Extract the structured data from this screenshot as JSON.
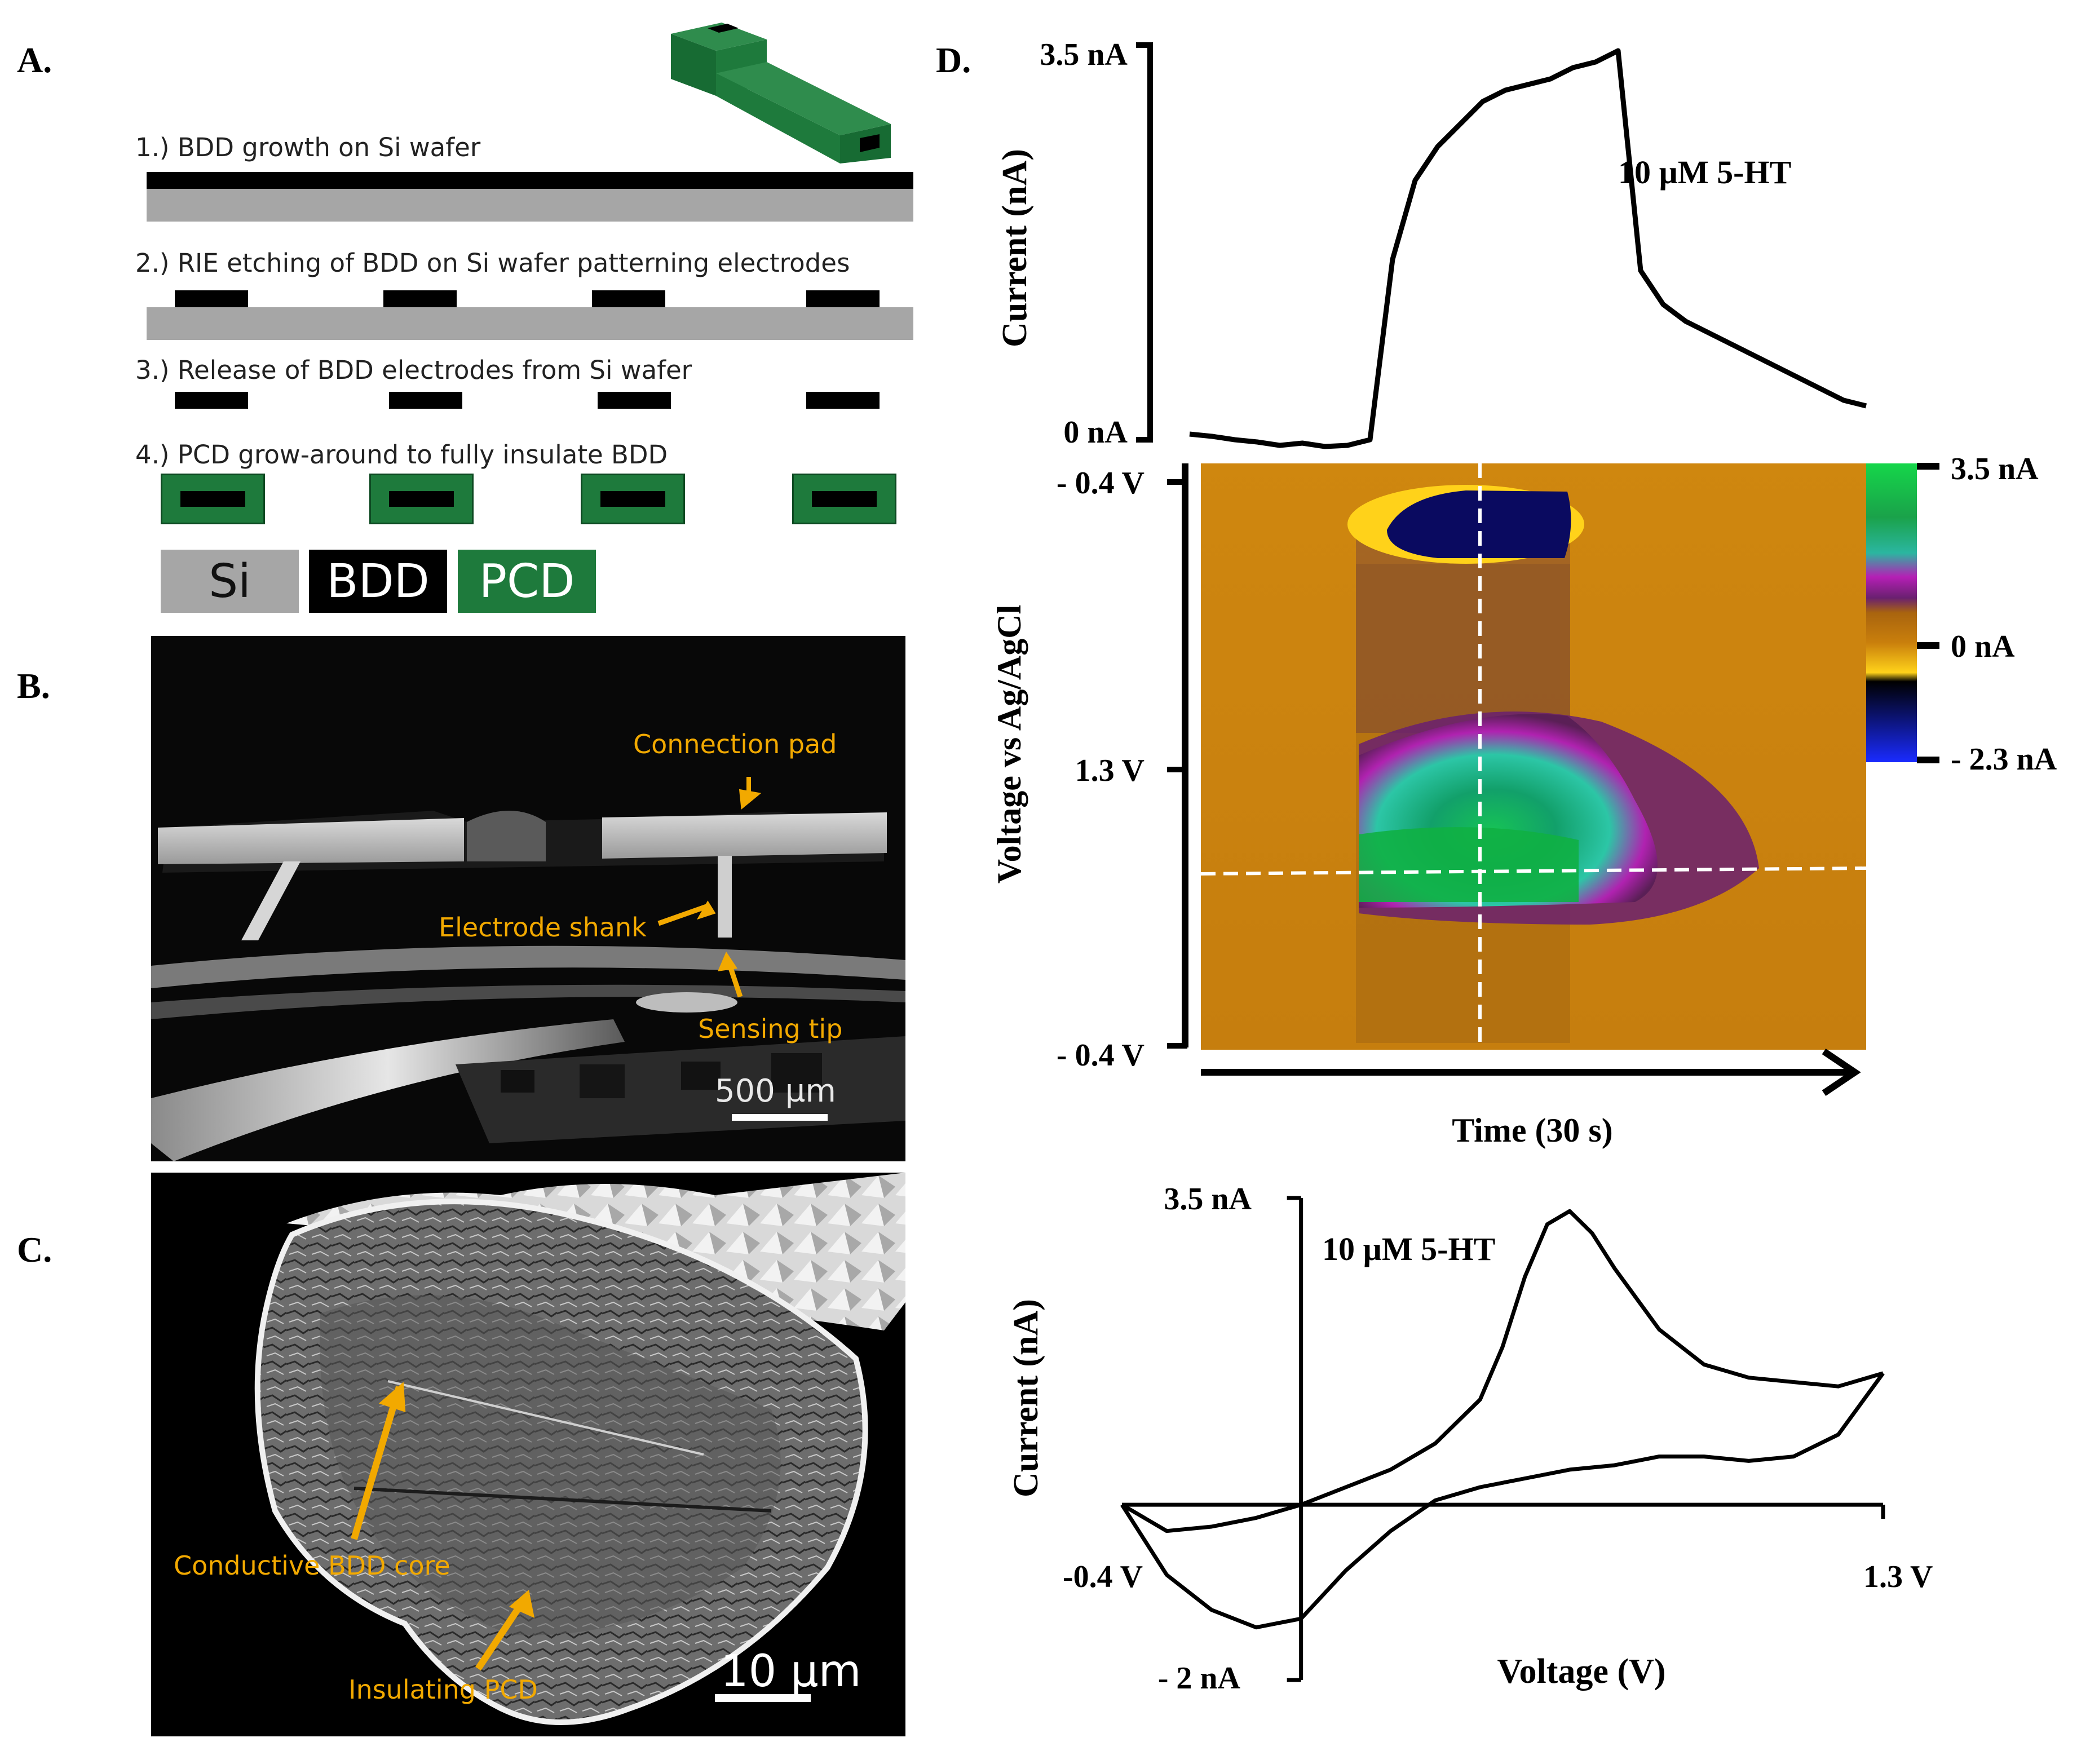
{
  "panels": {
    "a": {
      "letter": "A.",
      "steps": [
        "1.) BDD growth on Si wafer",
        "2.) RIE etching of BDD on Si wafer patterning electrodes",
        "3.) Release of BDD electrodes from Si wafer",
        "4.) PCD grow-around to fully insulate BDD"
      ],
      "legend": [
        {
          "label": "Si",
          "color": "#a6a6a6",
          "text_color": "#111111"
        },
        {
          "label": "BDD",
          "color": "#000000",
          "text_color": "#ffffff"
        },
        {
          "label": "PCD",
          "color": "#1e7a3c",
          "text_color": "#ffffff"
        }
      ]
    },
    "b": {
      "letter": "B.",
      "callouts": [
        "Connection pad",
        "Electrode shank",
        "Sensing tip"
      ],
      "scale_bar": "500 µm"
    },
    "c": {
      "letter": "C.",
      "callouts": [
        "Conductive BDD core",
        "Insulating PCD"
      ],
      "scale_bar": "10 µm"
    },
    "d": {
      "letter": "D.",
      "top_trace": {
        "ylabel": "Current (nA)",
        "y_top": "3.5 nA",
        "y_bottom": "0 nA",
        "annotation": "10 µM 5-HT"
      },
      "color_plot": {
        "ylabel": "Voltage vs Ag/AgCl",
        "y_ticks": [
          "- 0.4 V",
          "1.3 V",
          "- 0.4 V"
        ],
        "xlabel": "Time (30 s)",
        "colorbar_ticks": [
          "3.5 nA",
          "0 nA",
          "- 2.3 nA"
        ]
      },
      "cv": {
        "ylabel": "Current (nA)",
        "xlabel": "Voltage (V)",
        "y_top": "3.5 nA",
        "y_bottom": "- 2 nA",
        "x_left": "-0.4 V",
        "x_right": "1.3 V",
        "annotation": "10 µM 5-HT"
      }
    }
  },
  "chart_data": [
    {
      "type": "line",
      "title": "",
      "xlabel": "",
      "ylabel": "Current (nA)",
      "ylim": [
        0,
        3.5
      ],
      "x": [
        0,
        1,
        2,
        3,
        4,
        5,
        6,
        7,
        8,
        9,
        10,
        11,
        12,
        13,
        14,
        15,
        16,
        17,
        18,
        19,
        20,
        21,
        22,
        23,
        24,
        25,
        26,
        27,
        28,
        29,
        30
      ],
      "series": [
        {
          "name": "10 µM 5-HT",
          "values": [
            0.05,
            0.03,
            0.0,
            -0.02,
            -0.05,
            -0.03,
            -0.06,
            -0.05,
            0.0,
            1.6,
            2.3,
            2.6,
            2.8,
            3.0,
            3.1,
            3.15,
            3.2,
            3.3,
            3.35,
            3.45,
            1.5,
            1.2,
            1.05,
            0.95,
            0.85,
            0.75,
            0.65,
            0.55,
            0.45,
            0.35,
            0.3
          ]
        }
      ]
    },
    {
      "type": "heatmap",
      "xlabel": "Time (30 s)",
      "ylabel": "Voltage vs Ag/AgCl",
      "colorbar_range": [
        -2.3,
        3.5
      ],
      "colorbar_ticks": [
        "3.5 nA",
        "0 nA",
        "- 2.3 nA"
      ]
    },
    {
      "type": "line",
      "xlabel": "Voltage (V)",
      "ylabel": "Current (nA)",
      "xlim": [
        -0.4,
        1.3
      ],
      "ylim": [
        -2,
        3.5
      ],
      "series": [
        {
          "name": "forward",
          "x": [
            -0.4,
            -0.3,
            -0.2,
            -0.1,
            0.0,
            0.1,
            0.2,
            0.3,
            0.4,
            0.45,
            0.5,
            0.55,
            0.6,
            0.65,
            0.7,
            0.8,
            0.9,
            1.0,
            1.1,
            1.2,
            1.3
          ],
          "values": [
            0.0,
            -0.3,
            -0.25,
            -0.15,
            0.0,
            0.2,
            0.4,
            0.7,
            1.2,
            1.8,
            2.6,
            3.2,
            3.35,
            3.1,
            2.7,
            2.0,
            1.6,
            1.45,
            1.4,
            1.35,
            1.5
          ]
        },
        {
          "name": "reverse",
          "x": [
            1.3,
            1.2,
            1.1,
            1.0,
            0.9,
            0.8,
            0.7,
            0.6,
            0.5,
            0.4,
            0.3,
            0.2,
            0.1,
            0.0,
            -0.1,
            -0.2,
            -0.3,
            -0.4
          ],
          "values": [
            1.5,
            0.8,
            0.55,
            0.5,
            0.55,
            0.55,
            0.45,
            0.4,
            0.3,
            0.2,
            0.05,
            -0.3,
            -0.75,
            -1.3,
            -1.4,
            -1.2,
            -0.8,
            0.0
          ]
        }
      ]
    }
  ]
}
